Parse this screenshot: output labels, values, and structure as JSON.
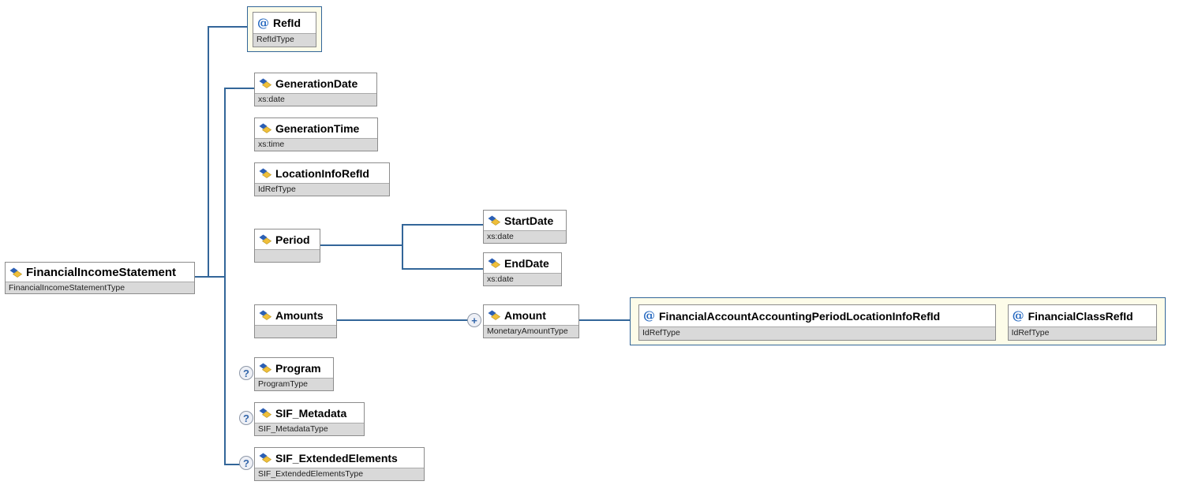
{
  "diagram_title": "FinancialIncomeStatement XML schema diagram",
  "badges": {
    "attribute": "@",
    "optional": "?",
    "repeat_plus": "+"
  },
  "colors": {
    "line": "#336699",
    "container_fill": "#fdfce9",
    "container_border": "#336699",
    "box_border": "#8c8c8c",
    "type_row_bg": "#d9d9d9",
    "at_glyph_blue": "#2468c0",
    "icon_blue": "#2b5fb4",
    "icon_yellow": "#f0bf3a"
  },
  "nodes": {
    "root": {
      "name": "FinancialIncomeStatement",
      "type": "FinancialIncomeStatementType"
    },
    "refid": {
      "name": "RefId",
      "type": "RefIdType"
    },
    "generation_date": {
      "name": "GenerationDate",
      "type": "xs:date"
    },
    "generation_time": {
      "name": "GenerationTime",
      "type": "xs:time"
    },
    "location_info_refid": {
      "name": "LocationInfoRefId",
      "type": "IdRefType"
    },
    "period": {
      "name": "Period",
      "type": ""
    },
    "start_date": {
      "name": "StartDate",
      "type": "xs:date"
    },
    "end_date": {
      "name": "EndDate",
      "type": "xs:date"
    },
    "amounts": {
      "name": "Amounts",
      "type": ""
    },
    "amount": {
      "name": "Amount",
      "type": "MonetaryAmountType"
    },
    "fin_acct_attr": {
      "name": "FinancialAccountAccountingPeriodLocationInfoRefId",
      "type": "IdRefType"
    },
    "fin_class_attr": {
      "name": "FinancialClassRefId",
      "type": "IdRefType"
    },
    "program": {
      "name": "Program",
      "type": "ProgramType"
    },
    "sif_metadata": {
      "name": "SIF_Metadata",
      "type": "SIF_MetadataType"
    },
    "sif_extended": {
      "name": "SIF_ExtendedElements",
      "type": "SIF_ExtendedElementsType"
    }
  }
}
